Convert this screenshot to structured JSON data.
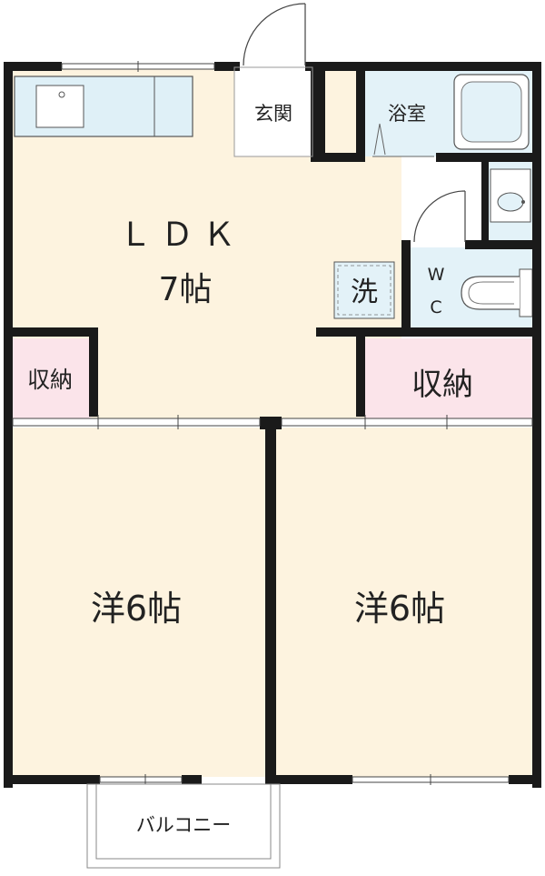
{
  "rooms": {
    "ldk_label": "ＬＤＫ",
    "ldk_size": "7帖",
    "entrance": "玄関",
    "bathroom": "浴室",
    "laundry": "洗",
    "wc_w": "W",
    "wc_c": "C",
    "storage_left": "収納",
    "storage_right": "収納",
    "western_left": "洋6帖",
    "western_right": "洋6帖",
    "balcony": "バルコニー"
  },
  "colors": {
    "wall": "#1a1a1a",
    "floor": "#fdf3df",
    "kitchen": "#dff0f7",
    "wet_area": "#e3f2f8",
    "storage": "#fbe4ea",
    "entrance_floor": "#ffffff"
  }
}
